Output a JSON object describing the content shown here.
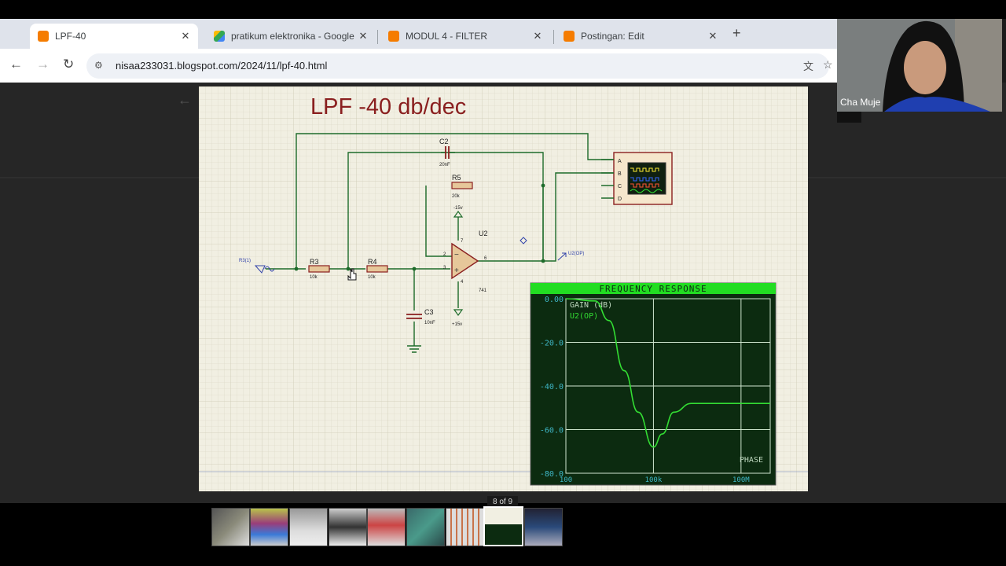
{
  "browser": {
    "tabs": [
      {
        "title": "LPF-40",
        "active": true,
        "favicon": "blogger-icon",
        "color": "#f57c00"
      },
      {
        "title": "pratikum elektronika - Google D",
        "active": false,
        "favicon": "google-drive-icon",
        "color": "#34a853"
      },
      {
        "title": "MODUL 4 - FILTER",
        "active": false,
        "favicon": "blogger-icon",
        "color": "#f57c00"
      },
      {
        "title": "Postingan: Edit",
        "active": false,
        "favicon": "blogger-icon",
        "color": "#f57c00"
      }
    ],
    "url": "nisaa233031.blogspot.com/2024/11/lpf-40.html"
  },
  "slide": {
    "title": "LPF -40 db/dec",
    "components": {
      "c2": {
        "name": "C2",
        "value": "20nF"
      },
      "r5": {
        "name": "R5",
        "value": "20k"
      },
      "r3": {
        "name": "R3",
        "value": "10k"
      },
      "r4": {
        "name": "R4",
        "value": "10k"
      },
      "c3": {
        "name": "C3",
        "value": "10nF"
      },
      "u2": {
        "name": "U2",
        "part": "741"
      },
      "vneg": "-15v",
      "vpos": "+15v",
      "source": "R3(1)",
      "probe": "U2(OP)",
      "pins": {
        "inv": "2",
        "noninv": "3",
        "out": "6",
        "v4": "4",
        "v7": "7"
      },
      "scope_channels": [
        "A",
        "B",
        "C",
        "D"
      ]
    },
    "graph": {
      "header": "FREQUENCY RESPONSE",
      "legend_gain": "GAIN (dB)",
      "legend_series": "U2(OP)",
      "phase_label": "PHASE",
      "y_ticks": [
        "0.00",
        "-20.0",
        "-40.0",
        "-60.0",
        "-80.0"
      ],
      "x_ticks": [
        "100",
        "100k",
        "100M"
      ]
    }
  },
  "chart_data": {
    "type": "line",
    "title": "FREQUENCY RESPONSE",
    "ylabel": "GAIN (dB)",
    "xscale": "log",
    "x_tick_labels": [
      "100",
      "100k",
      "100M"
    ],
    "ylim": [
      -80,
      0
    ],
    "xlim": [
      100,
      1000000000
    ],
    "grid": true,
    "series": [
      {
        "name": "U2(OP)",
        "color": "#33dd33",
        "x": [
          100,
          1000,
          3000,
          10000,
          30000,
          100000,
          200000,
          500000,
          2000000,
          10000000,
          100000000,
          1000000000
        ],
        "y": [
          0,
          -1,
          -10,
          -33,
          -52,
          -68,
          -62,
          -52,
          -48,
          -48,
          -48,
          -48
        ]
      }
    ]
  },
  "webcam": {
    "name": "Cha Muje"
  },
  "filmstrip": {
    "page_label": "8 of 9",
    "selected": 8,
    "count": 9
  }
}
